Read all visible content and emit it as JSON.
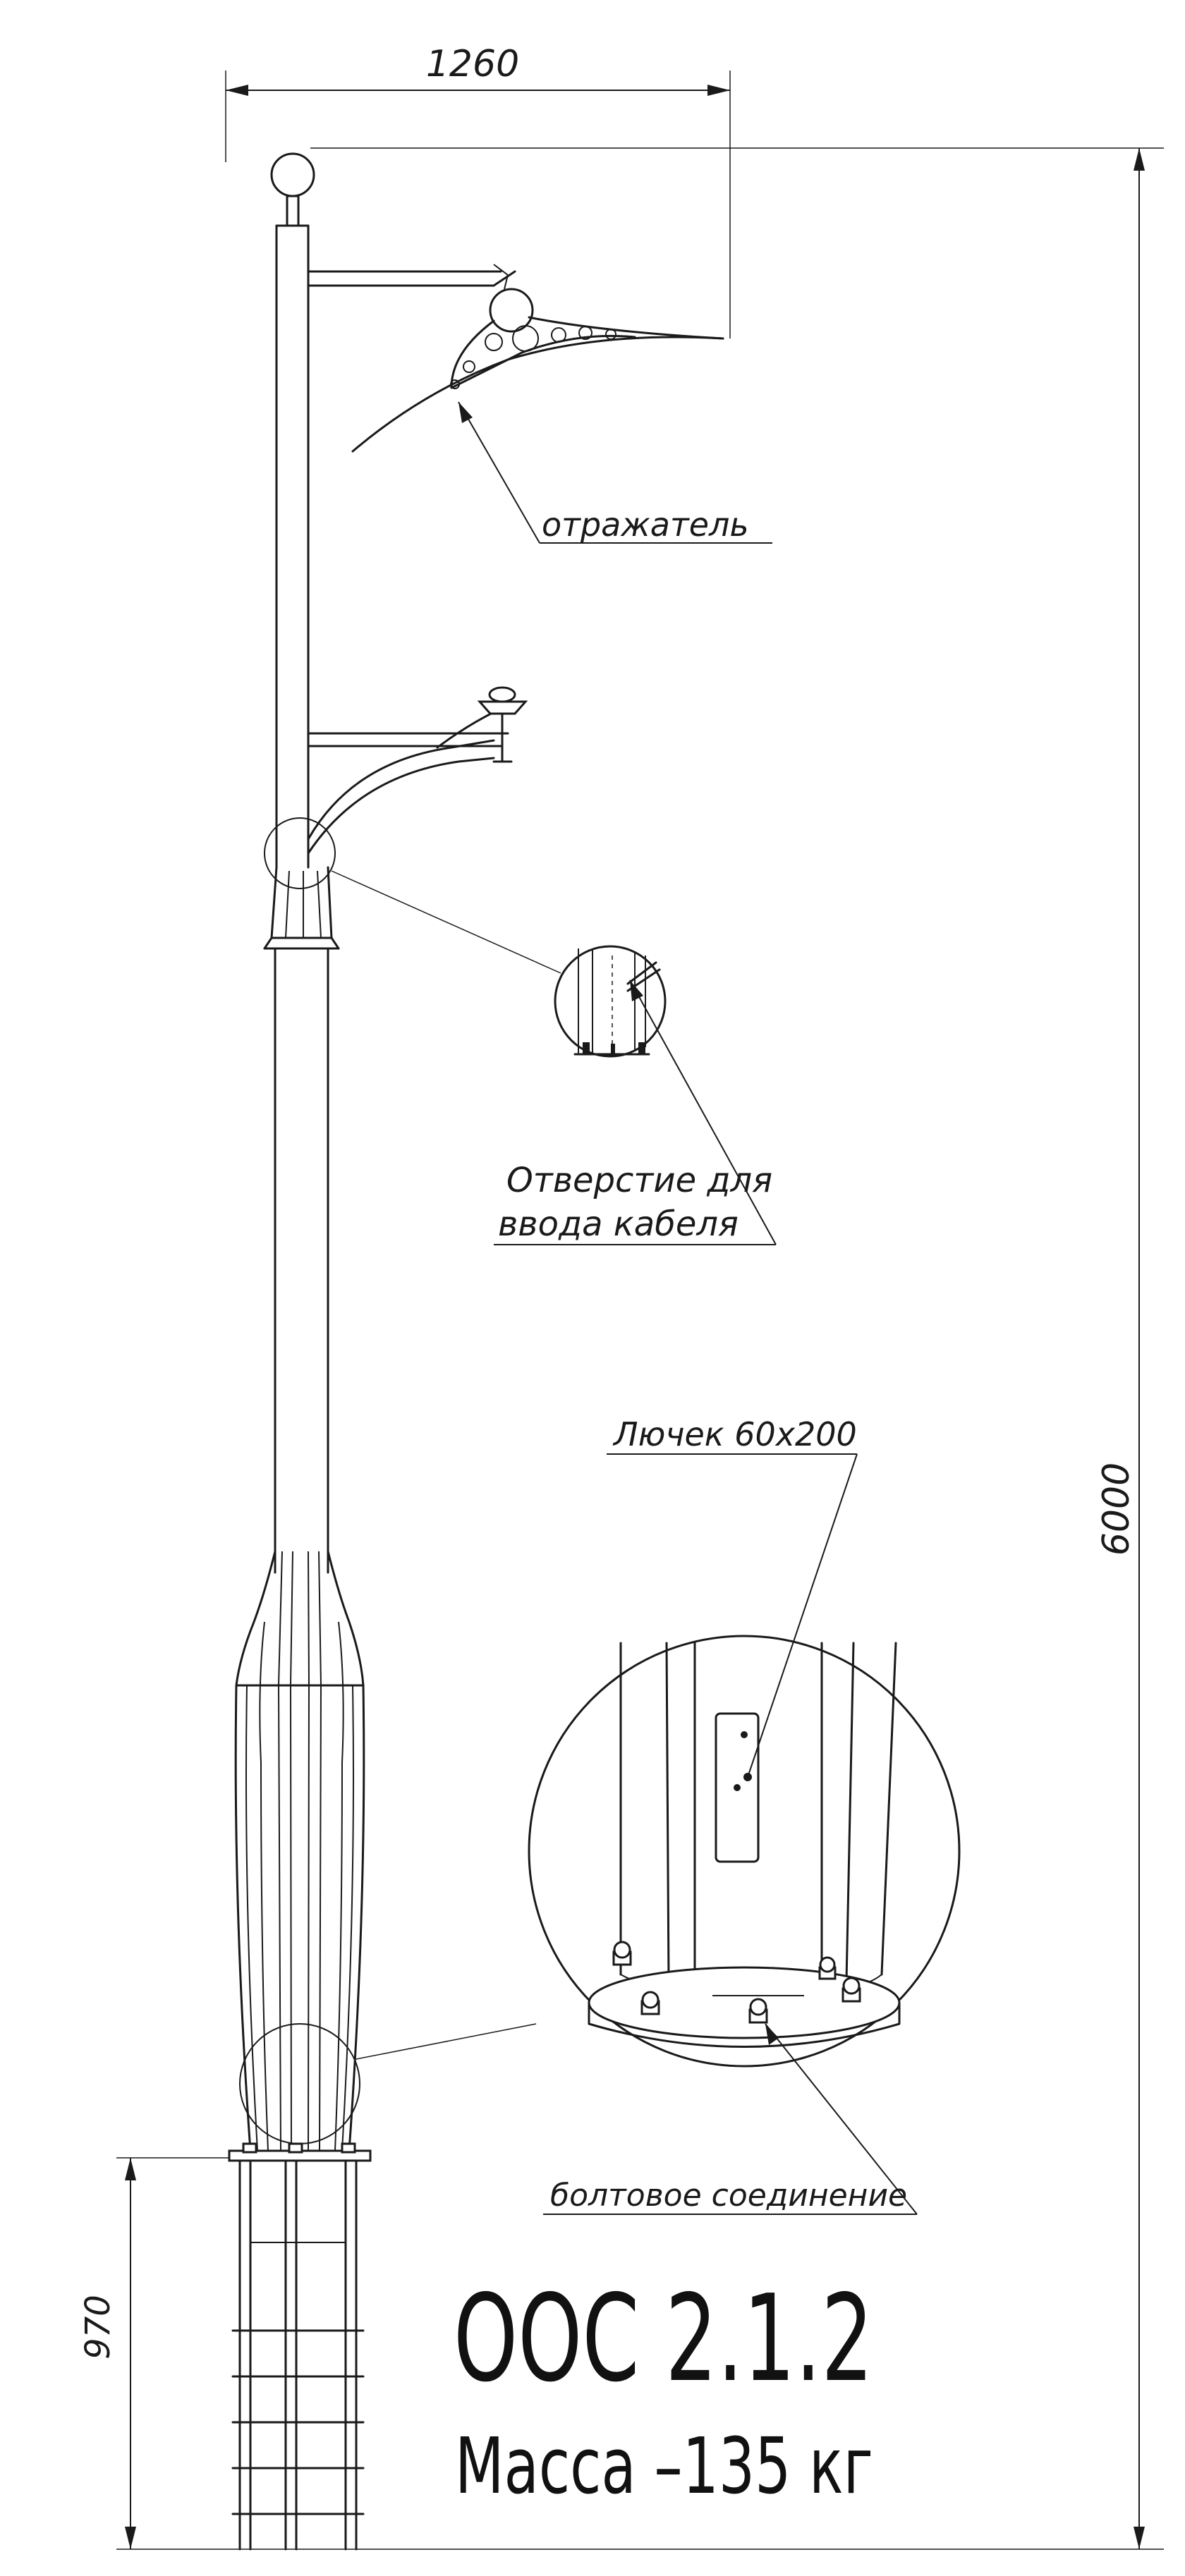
{
  "dimensions": {
    "top_width": "1260",
    "total_height": "6000",
    "foundation_depth": "970"
  },
  "callouts": {
    "reflector": "отражатель",
    "cable_hole_line1": "Отверстие для",
    "cable_hole_line2": "ввода кабеля",
    "hatch": "Лючек 60х200",
    "bolted_joint": "болтовое соединение"
  },
  "title_block": {
    "model": "ООС 2.1.2",
    "mass": "Масса –135 кг"
  },
  "colors": {
    "line": "#1a1a1a",
    "background": "#ffffff"
  }
}
